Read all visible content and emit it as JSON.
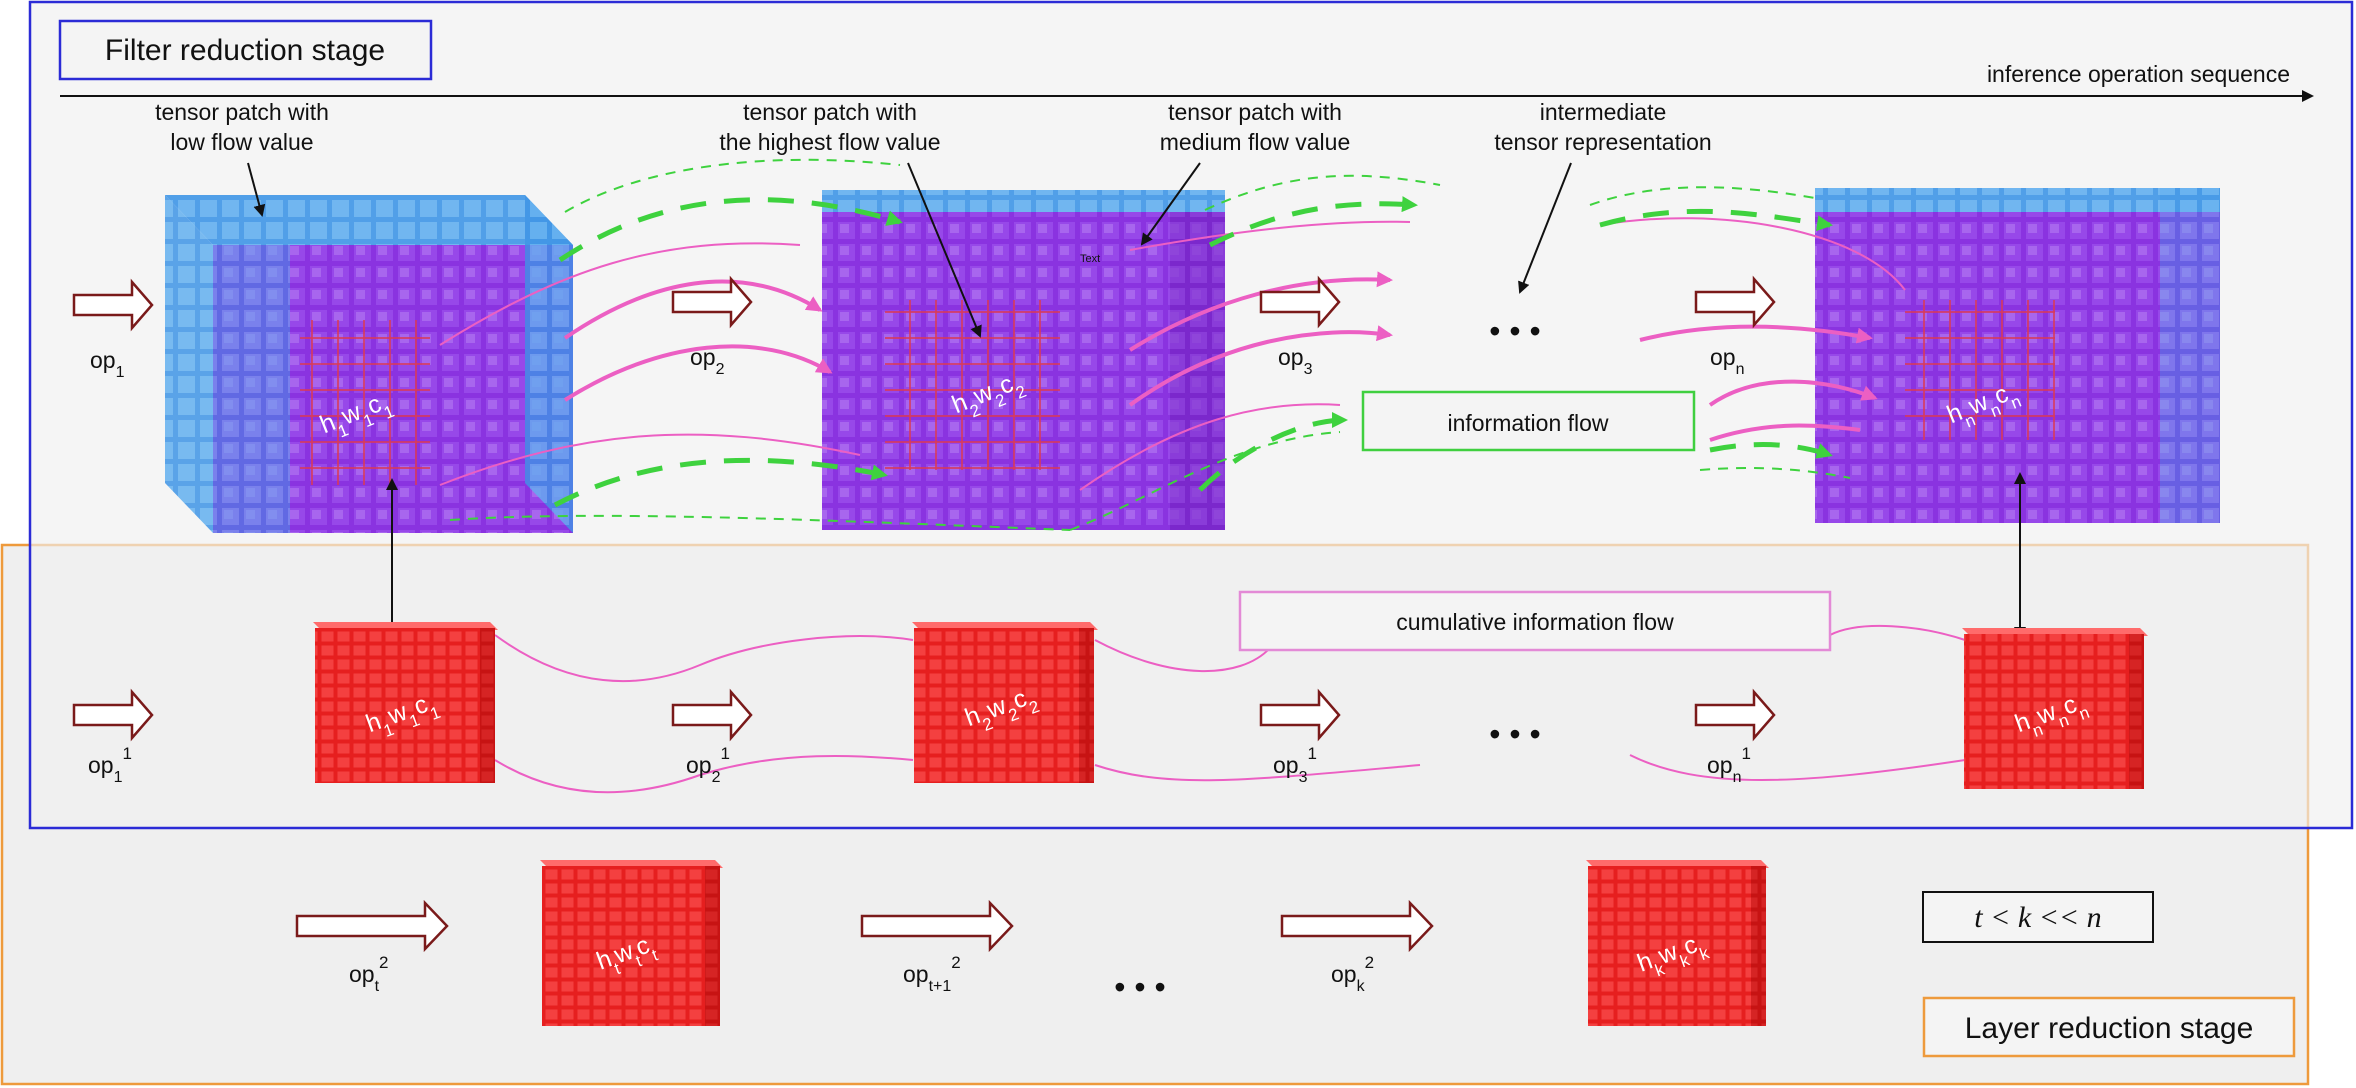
{
  "filter_stage": {
    "title": "Filter reduction stage"
  },
  "layer_stage": {
    "title": "Layer reduction stage"
  },
  "sequence_axis": {
    "label": "inference operation sequence"
  },
  "annotations": {
    "low": [
      "tensor patch with",
      "low flow value"
    ],
    "highest": [
      "tensor patch with",
      "the highest flow value"
    ],
    "medium": [
      "tensor patch with",
      "medium flow value"
    ],
    "intermediate": [
      "intermediate",
      "tensor representation"
    ],
    "tiny_text": "Text"
  },
  "boxes": {
    "information_flow": "information flow",
    "cumulative_flow": "cumulative information flow",
    "inequality": "t < k << n"
  },
  "ellipsis": "•  •  •",
  "ops_row1": [
    {
      "base": "op",
      "sub": "1"
    },
    {
      "base": "op",
      "sub": "2"
    },
    {
      "base": "op",
      "sub": "3"
    },
    {
      "base": "op",
      "sub": "n"
    }
  ],
  "ops_row2": [
    {
      "base": "op",
      "sub": "1",
      "sup": "1"
    },
    {
      "base": "op",
      "sub": "2",
      "sup": "1"
    },
    {
      "base": "op",
      "sub": "3",
      "sup": "1"
    },
    {
      "base": "op",
      "sub": "n",
      "sup": "1"
    }
  ],
  "ops_row3": [
    {
      "base": "op",
      "sub": "t",
      "sup": "2"
    },
    {
      "base": "op",
      "sub": "t+1",
      "sup": "2"
    },
    {
      "base": "op",
      "sub": "k",
      "sup": "2"
    }
  ],
  "cube_labels_row1": [
    [
      {
        "b": "h",
        "s": "1"
      },
      {
        "b": "w",
        "s": "1"
      },
      {
        "b": "c",
        "s": "1"
      }
    ],
    [
      {
        "b": "h",
        "s": "2"
      },
      {
        "b": "w",
        "s": "2"
      },
      {
        "b": "c",
        "s": "2"
      }
    ],
    [
      {
        "b": "h",
        "s": "n"
      },
      {
        "b": "w",
        "s": "n"
      },
      {
        "b": "c",
        "s": "n"
      }
    ]
  ],
  "cube_labels_row2": [
    [
      {
        "b": "h",
        "s": "1"
      },
      {
        "b": "w",
        "s": "1"
      },
      {
        "b": "c",
        "s": "1"
      }
    ],
    [
      {
        "b": "h",
        "s": "2"
      },
      {
        "b": "w",
        "s": "2"
      },
      {
        "b": "c",
        "s": "2"
      }
    ],
    [
      {
        "b": "h",
        "s": "n"
      },
      {
        "b": "w",
        "s": "n"
      },
      {
        "b": "c",
        "s": "n"
      }
    ]
  ],
  "cube_labels_row3": [
    [
      {
        "b": "h",
        "s": "t"
      },
      {
        "b": "w",
        "s": "t"
      },
      {
        "b": "c",
        "s": "t"
      }
    ],
    [
      {
        "b": "h",
        "s": "k"
      },
      {
        "b": "w",
        "s": "k"
      },
      {
        "b": "c",
        "s": "k"
      }
    ]
  ],
  "colors": {
    "filter_border": "#2b2bd6",
    "layer_border": "#ee9a3c",
    "info_box": "#3fcf3f",
    "cum_box": "#e38ad6",
    "flow_pink": "#ec5fc3",
    "flow_green": "#3ed23e",
    "op_arrow": "#7a1a1a",
    "purple": "#8f35e6",
    "blue": "#3f9ae8",
    "red": "#ef2a2a"
  }
}
